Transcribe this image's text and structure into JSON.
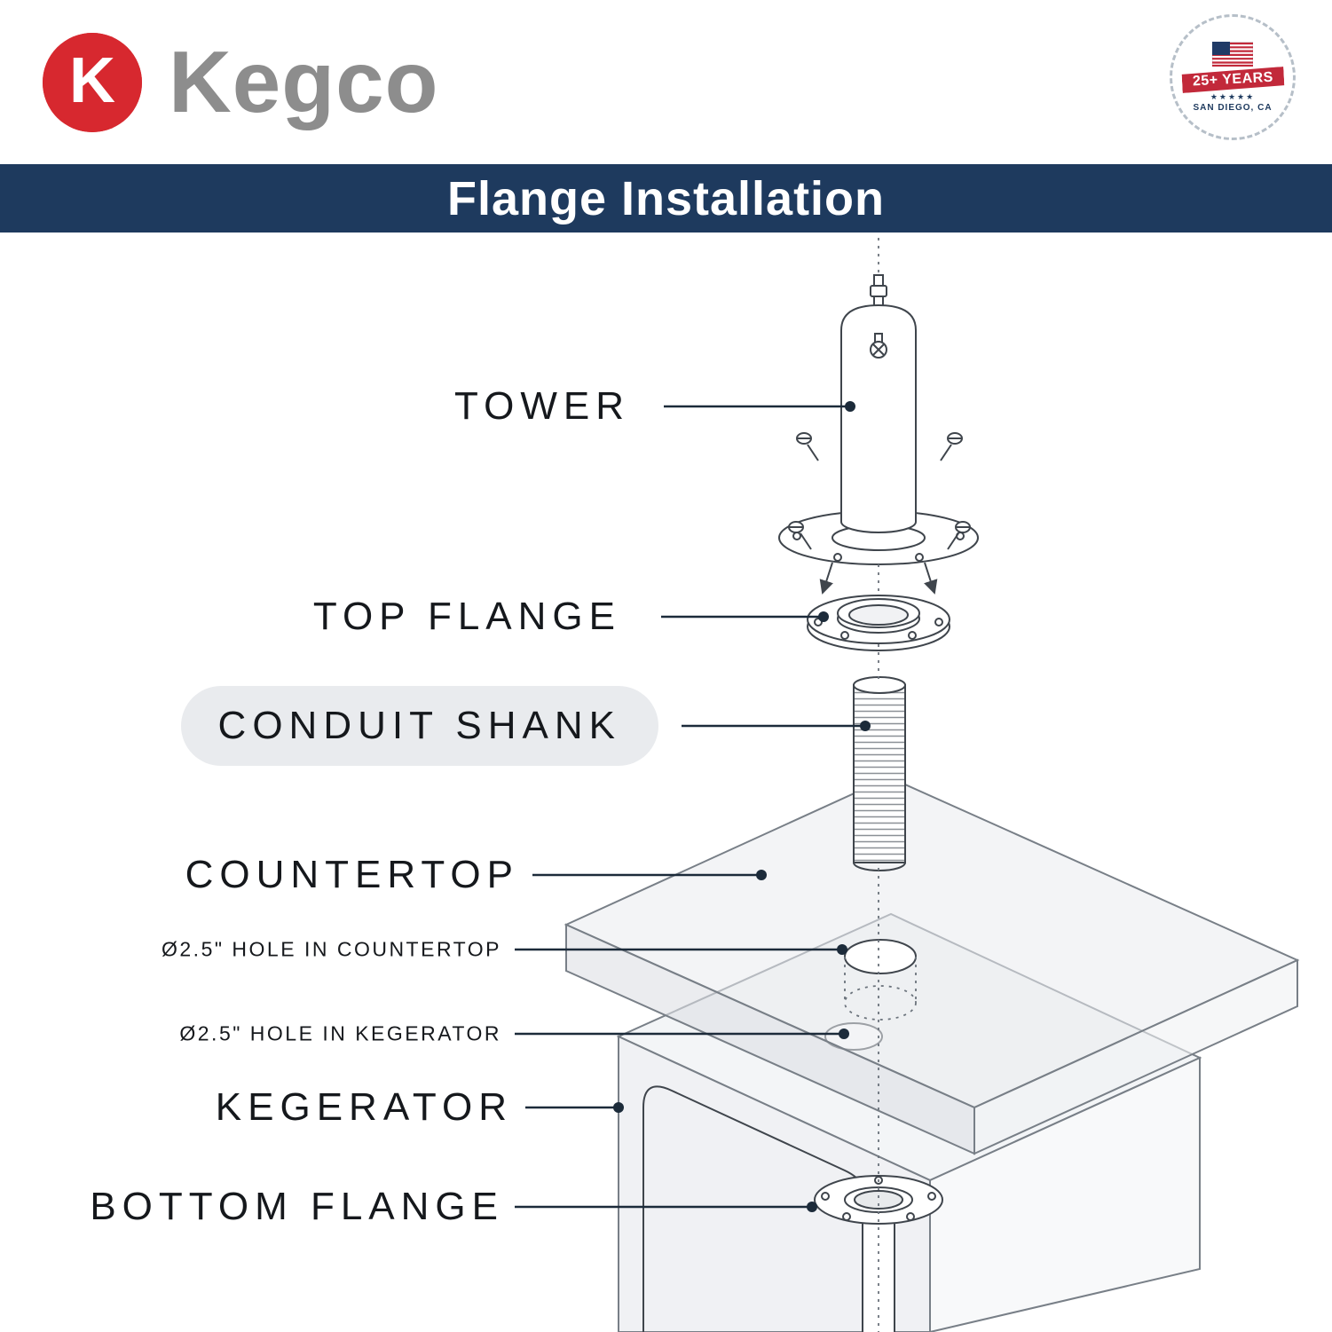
{
  "brand": {
    "name": "Kegco",
    "logo_letter": "K"
  },
  "badge": {
    "years": "25+ YEARS",
    "stars": "★★★★★",
    "location": "SAN DIEGO, CA"
  },
  "header": {
    "title": "Flange Installation"
  },
  "diagram": {
    "labels": {
      "tower": "TOWER",
      "top_flange": "TOP FLANGE",
      "conduit_shank": "CONDUIT SHANK",
      "countertop": "COUNTERTOP",
      "hole_countertop": "Ø2.5\" HOLE IN COUNTERTOP",
      "hole_kegerator": "Ø2.5\" HOLE IN KEGERATOR",
      "kegerator": "KEGERATOR",
      "bottom_flange": "BOTTOM FLANGE"
    }
  },
  "colors": {
    "banner_navy": "#1e3a5e",
    "logo_red": "#d7282f",
    "logo_gray": "#8d8d8d",
    "highlight_pill": "#e9ebee",
    "line_dark": "#1c2b3a"
  }
}
